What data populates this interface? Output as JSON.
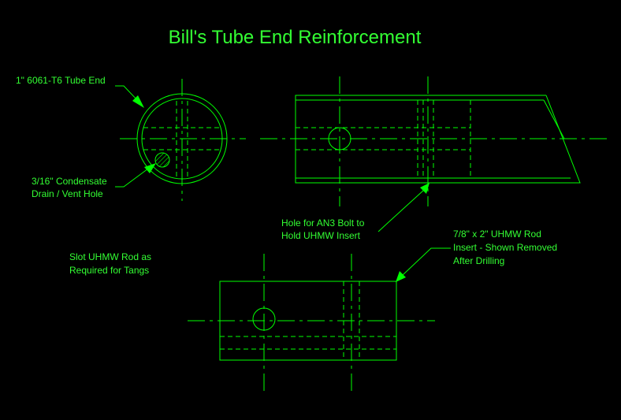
{
  "title": "Bill's Tube End Reinforcement",
  "colors": {
    "background": "#000000",
    "linework": "#00ff00",
    "title": "#33ff33",
    "text": "#33ff33"
  },
  "labels": {
    "tube_end": "1\" 6061-T6 Tube End",
    "condensate_line1": "3/16\" Condensate",
    "condensate_line2": "Drain / Vent Hole",
    "bolt_hole_line1": "Hole for AN3 Bolt to",
    "bolt_hole_line2": "Hold UHMW Insert",
    "rod_insert_line1": "7/8\" x 2\" UHMW Rod",
    "rod_insert_line2": "Insert - Shown Removed",
    "rod_insert_line3": "After Drilling",
    "slot_note_line1": "Slot UHMW Rod as",
    "slot_note_line2": "Required for Tangs"
  }
}
